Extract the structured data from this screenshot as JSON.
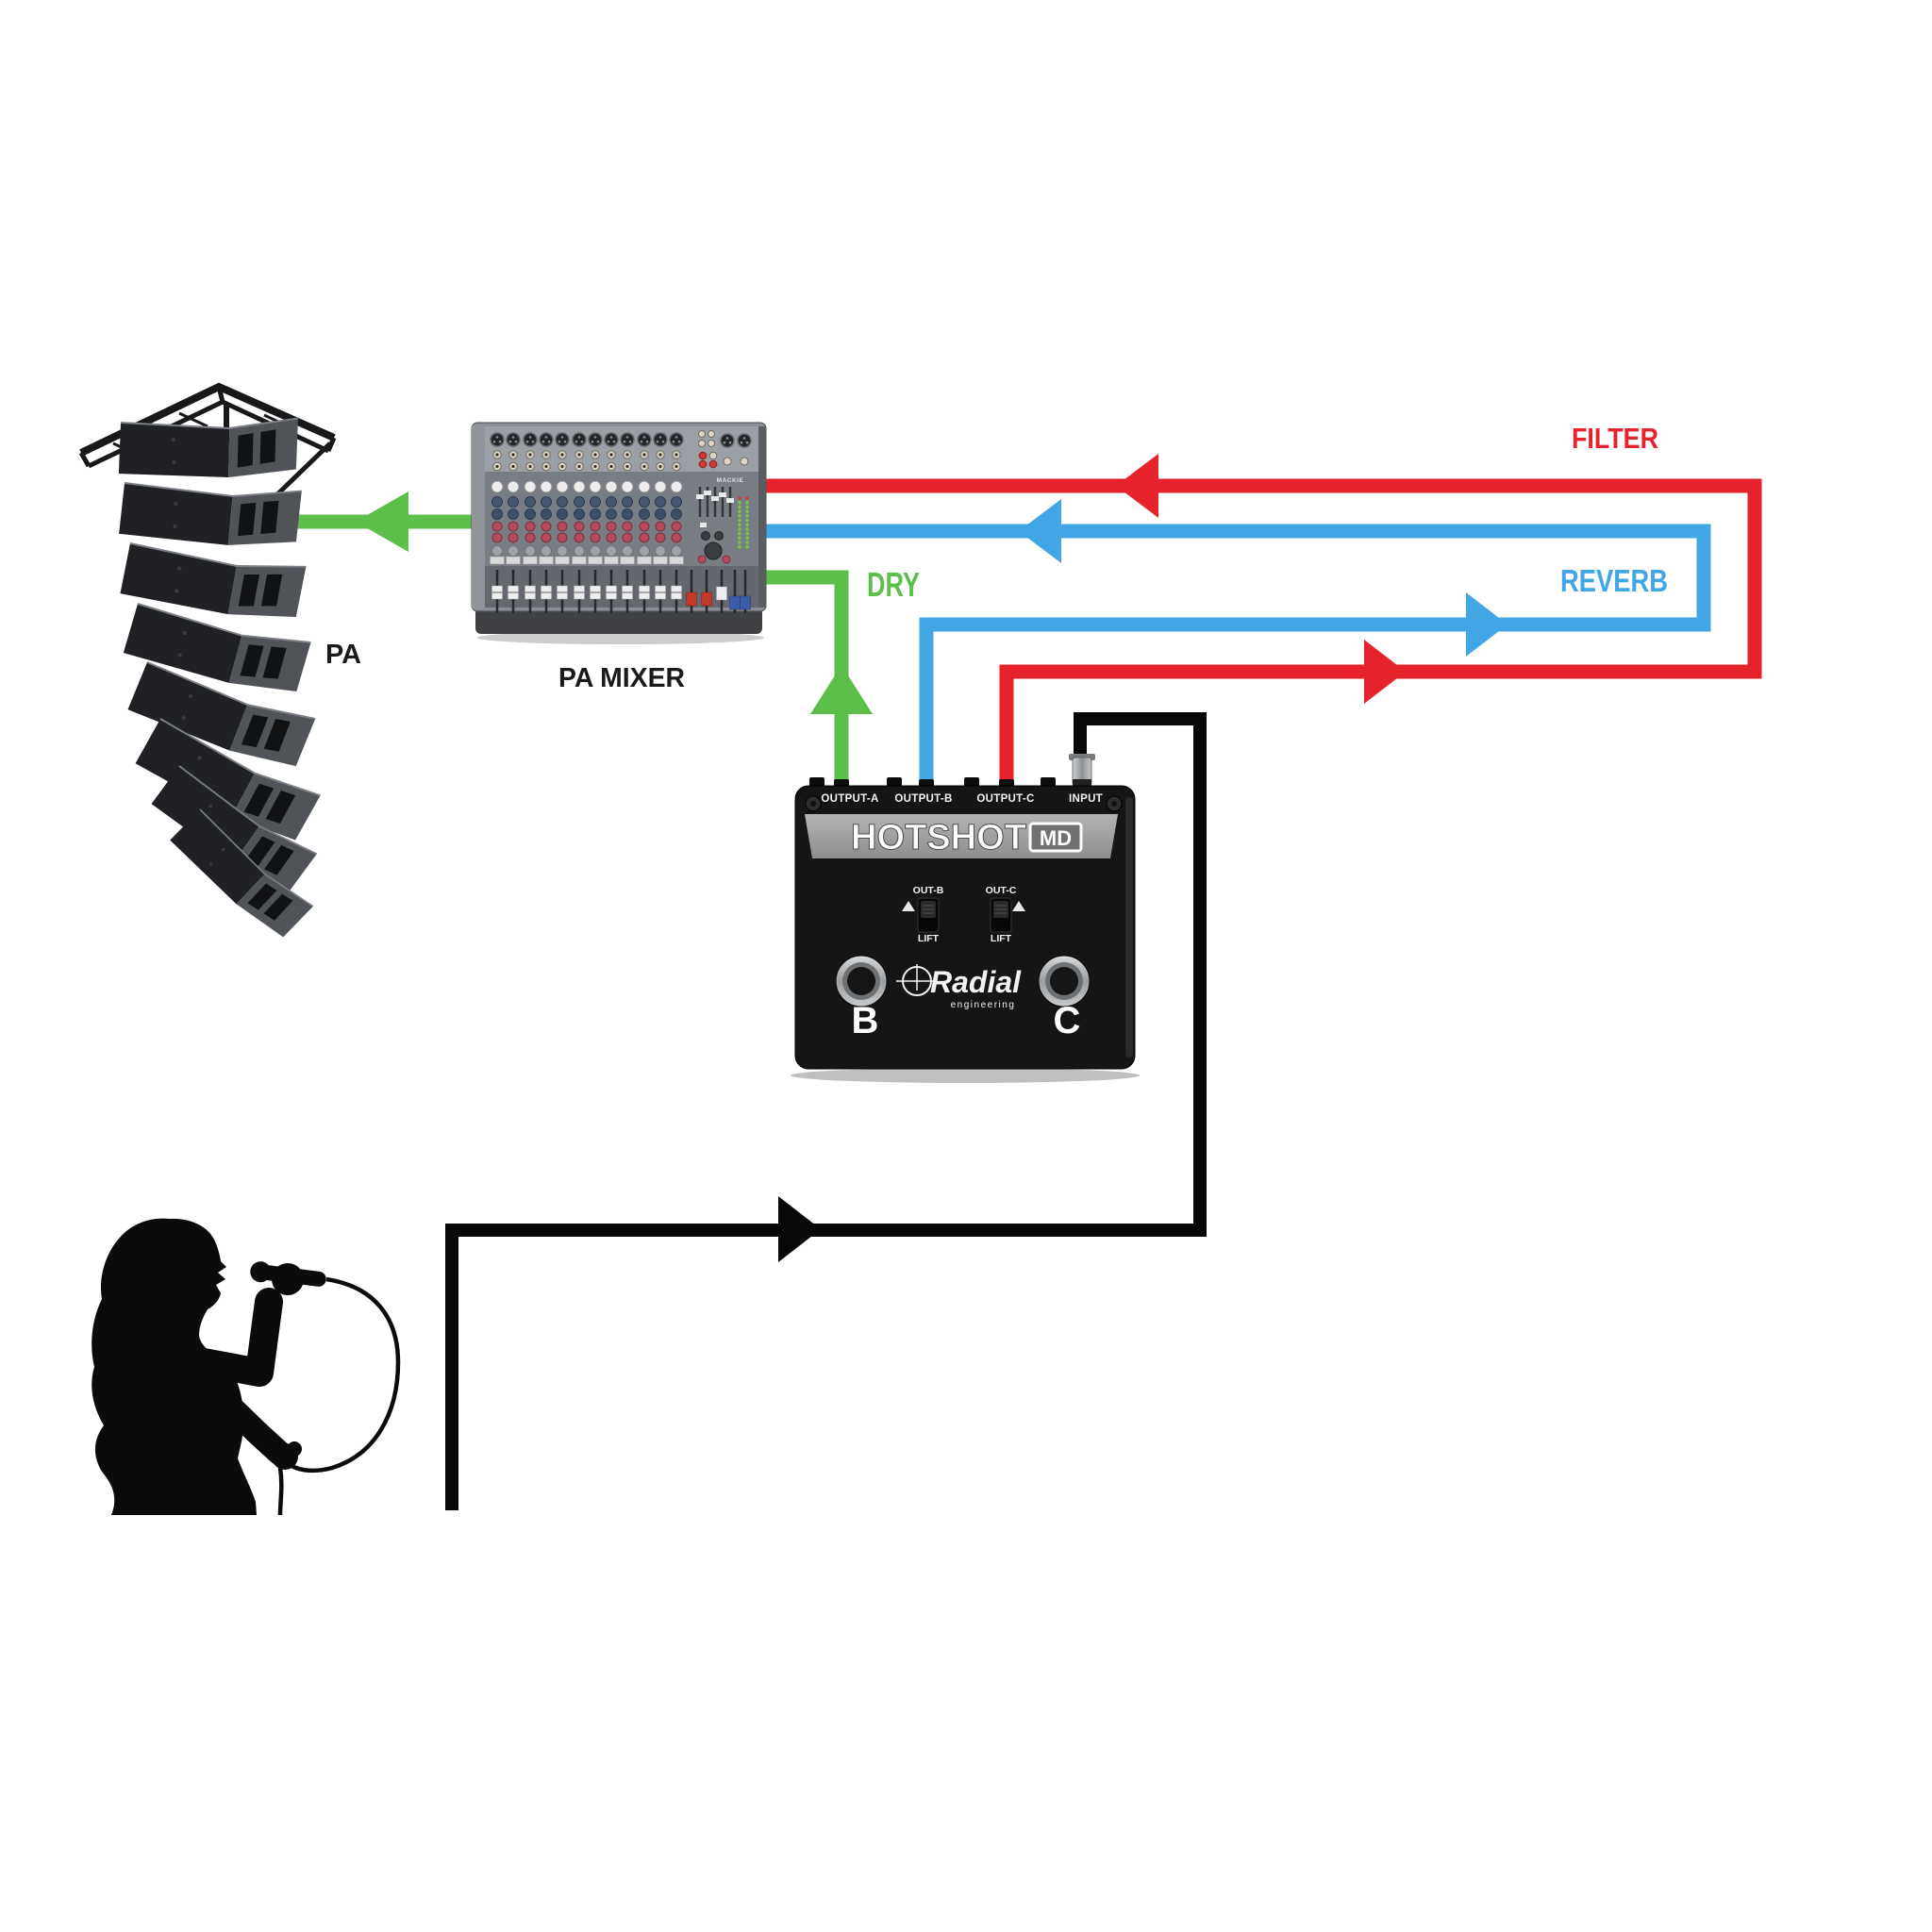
{
  "labels": {
    "pa": "PA",
    "pa_mixer": "PA MIXER",
    "dry": "DRY",
    "reverb": "REVERB",
    "filter": "FILTER"
  },
  "colors": {
    "dry": "#5cbf4a",
    "reverb": "#42a5e4",
    "filter": "#e6222d",
    "mic_signal": "#080808"
  },
  "pedal": {
    "model": "HOTSHOT",
    "model_suffix": "MD",
    "brand": "Radial",
    "brand_sub": "engineering",
    "jacks": [
      "OUTPUT-A",
      "OUTPUT-B",
      "OUTPUT-C",
      "INPUT"
    ],
    "switches": [
      {
        "name": "OUT-B",
        "position_label": "LIFT"
      },
      {
        "name": "OUT-C",
        "position_label": "LIFT"
      }
    ],
    "footswitches": [
      "B",
      "C"
    ]
  },
  "mixer": {
    "brand": "MACKIE"
  }
}
